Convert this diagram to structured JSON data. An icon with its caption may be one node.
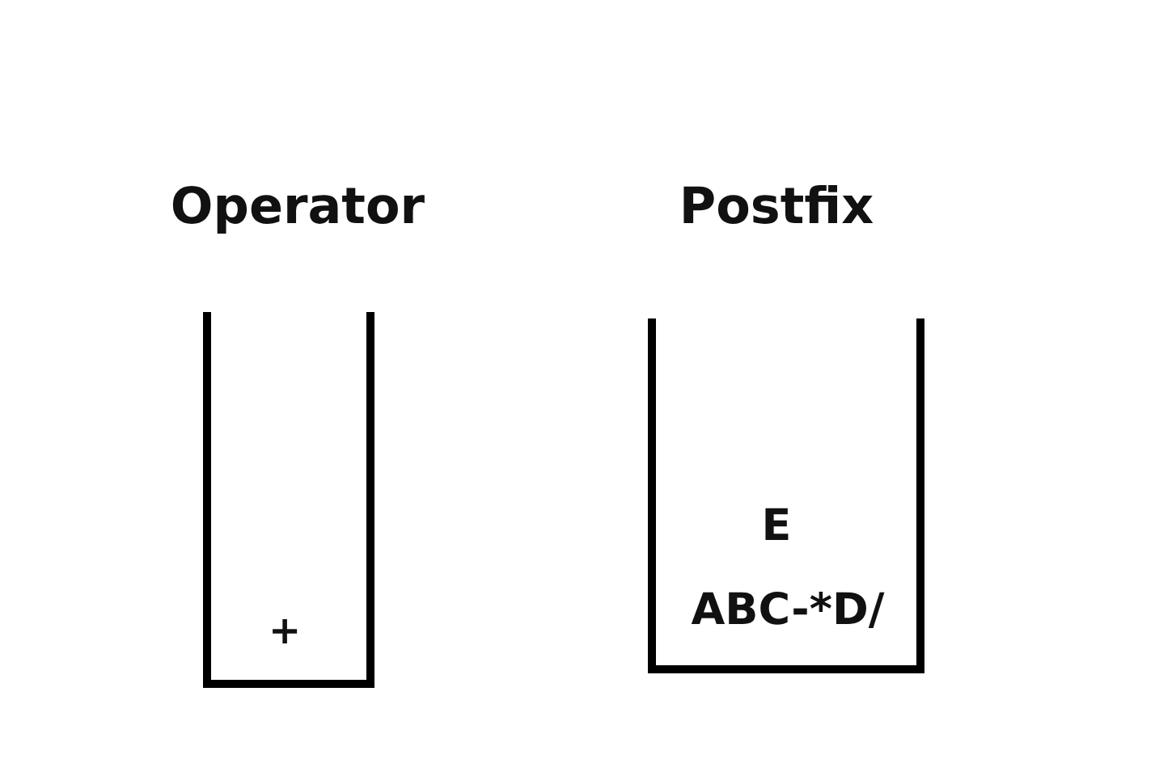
{
  "diagram": {
    "nodes": [
      {
        "text": [
          "Operator",
          "+"
        ]
      },
      {
        "text": [
          "Postfix",
          "E",
          "ABC-*D/"
        ]
      }
    ]
  }
}
